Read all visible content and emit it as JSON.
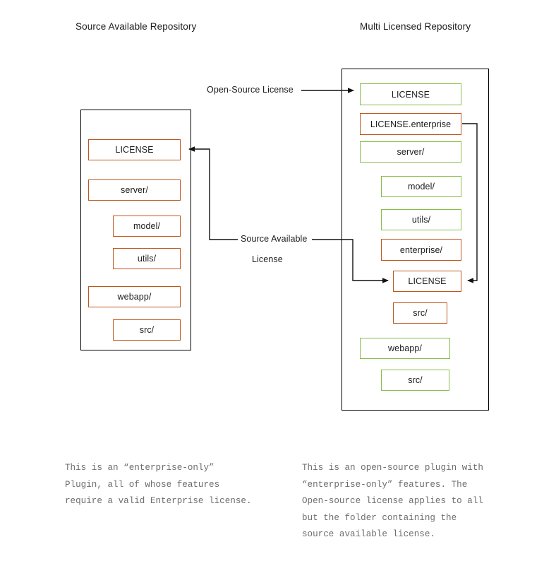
{
  "colors": {
    "orange": "#c0551b",
    "green": "#86bc45",
    "container_border": "#000000",
    "text": "#1c1c1c",
    "caption_text": "#6d6d6d",
    "background": "#ffffff",
    "connector": "#000000"
  },
  "titles": {
    "left": "Source Available Repository",
    "right": "Multi Licensed Repository"
  },
  "left_repo": {
    "name": "source-available-repository",
    "items": [
      {
        "label": "LICENSE",
        "color": "orange",
        "indent": 0
      },
      {
        "label": "server/",
        "color": "orange",
        "indent": 0
      },
      {
        "label": "model/",
        "color": "orange",
        "indent": 1
      },
      {
        "label": "utils/",
        "color": "orange",
        "indent": 1
      },
      {
        "label": "webapp/",
        "color": "orange",
        "indent": 0
      },
      {
        "label": "src/",
        "color": "orange",
        "indent": 1
      }
    ]
  },
  "right_repo": {
    "name": "multi-licensed-repository",
    "items": [
      {
        "label": "LICENSE",
        "color": "green",
        "indent": 0
      },
      {
        "label": "LICENSE.enterprise",
        "color": "orange",
        "indent": 0
      },
      {
        "label": "server/",
        "color": "green",
        "indent": 0
      },
      {
        "label": "model/",
        "color": "green",
        "indent": 1
      },
      {
        "label": "utils/",
        "color": "green",
        "indent": 1
      },
      {
        "label": "enterprise/",
        "color": "orange",
        "indent": 1
      },
      {
        "label": "LICENSE",
        "color": "orange",
        "indent": 1
      },
      {
        "label": "src/",
        "color": "orange",
        "indent": 1
      },
      {
        "label": "webapp/",
        "color": "green",
        "indent": 0
      },
      {
        "label": "src/",
        "color": "green",
        "indent": 1
      }
    ]
  },
  "edges": [
    {
      "name": "open-source-license",
      "label": "Open-Source License",
      "label_line2": "",
      "target": "right-repo-license"
    },
    {
      "name": "source-available-license",
      "label": "Source Available",
      "label_line2": "License",
      "target": "left-repo-license,right-repo-enterprise-license"
    }
  ],
  "captions": {
    "left": "This is an “enterprise-only”\nPlugin, all of whose features\nrequire a valid Enterprise license.",
    "right": "This is an open-source plugin with\n“enterprise-only” features. The\nOpen-source license applies to all\nbut the folder containing the\nsource available license."
  }
}
